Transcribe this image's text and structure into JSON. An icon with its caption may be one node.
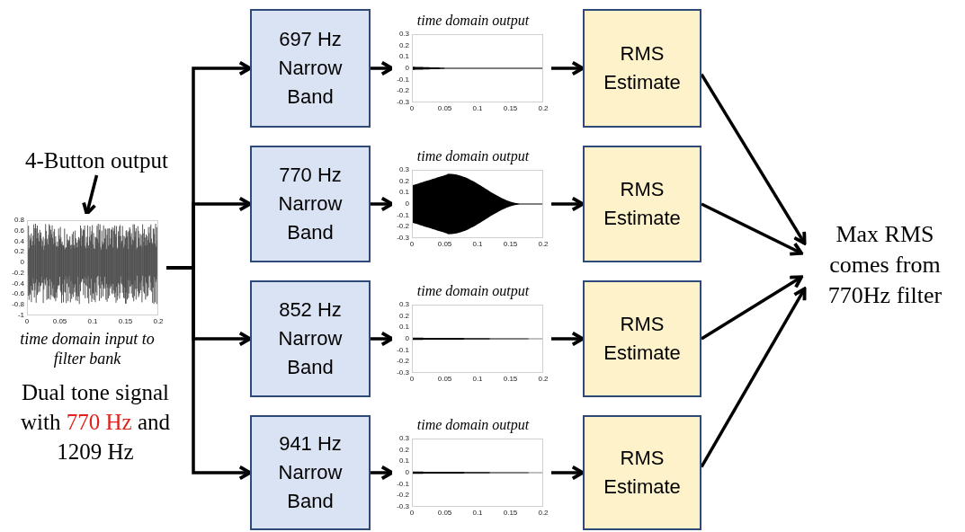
{
  "diagram": {
    "nodes": [
      {
        "text": [
          "4-Button output"
        ]
      },
      {
        "text": [],
        "shape": "picture",
        "beside": [
          "time domain input to filter bank",
          "Dual tone signal with",
          "770 Hz",
          "and 1209 Hz"
        ]
      },
      {
        "text": [
          "697 Hz Narrow Band"
        ]
      },
      {
        "text": [
          "770 Hz Narrow Band"
        ]
      },
      {
        "text": [
          "852 Hz Narrow Band"
        ]
      },
      {
        "text": [
          "941 Hz Narrow Band"
        ]
      },
      {
        "text": [],
        "shape": "picture",
        "beside": [
          "time domain output"
        ]
      },
      {
        "text": [],
        "shape": "picture",
        "beside": [
          "time domain output"
        ]
      },
      {
        "text": [],
        "shape": "picture",
        "beside": [
          "time domain output"
        ]
      },
      {
        "text": [],
        "shape": "picture",
        "beside": [
          "time domain output"
        ]
      },
      {
        "text": [
          "RMS Estimate"
        ]
      },
      {
        "text": [
          "RMS Estimate"
        ]
      },
      {
        "text": [
          "RMS Estimate"
        ]
      },
      {
        "text": [
          "RMS Estimate"
        ]
      },
      {
        "text": [
          "Max RMS comes from 770Hz filter"
        ]
      }
    ],
    "edges": [
      {
        "from": 0,
        "to": 1,
        "arrow": "to"
      },
      {
        "from": 1,
        "to": 2,
        "arrow": "to"
      },
      {
        "from": 1,
        "to": 3,
        "arrow": "to"
      },
      {
        "from": 1,
        "to": 4,
        "arrow": "to"
      },
      {
        "from": 1,
        "to": 5,
        "arrow": "to"
      },
      {
        "from": 2,
        "to": 6,
        "arrow": "to"
      },
      {
        "from": 3,
        "to": 7,
        "arrow": "to"
      },
      {
        "from": 4,
        "to": 8,
        "arrow": "to"
      },
      {
        "from": 5,
        "to": 9,
        "arrow": "to"
      },
      {
        "from": 6,
        "to": 10,
        "arrow": "to"
      },
      {
        "from": 7,
        "to": 11,
        "arrow": "to"
      },
      {
        "from": 8,
        "to": 12,
        "arrow": "to"
      },
      {
        "from": 9,
        "to": 13,
        "arrow": "to"
      },
      {
        "from": 10,
        "to": 14,
        "arrow": "to"
      },
      {
        "from": 11,
        "to": 14,
        "arrow": "to"
      },
      {
        "from": 12,
        "to": 14,
        "arrow": "to"
      },
      {
        "from": 13,
        "to": 14,
        "arrow": "to"
      }
    ],
    "labels": [
      "0.8",
      "0.6",
      "0.4",
      "0.2",
      "0",
      "-0.2",
      "-0.4",
      "-0.6",
      "-0.8",
      "-1",
      "0",
      "0.05",
      "0.1",
      "0.15",
      "0.2",
      "0.3",
      "0.2",
      "0.1",
      "0",
      "-0.1",
      "-0.2",
      "-0.3",
      "0",
      "0.05",
      "0.1",
      "0.15",
      "0.2",
      "0.3",
      "0.2",
      "0.1",
      "0",
      "-0.1",
      "-0.2",
      "-0.3",
      "0",
      "0.05",
      "0.1",
      "0.15",
      "0.2",
      "0.3",
      "0.2",
      "0.1",
      "0",
      "-0.1",
      "-0.2",
      "-0.3",
      "0",
      "0.05",
      "0.1",
      "0.15",
      "0.2",
      "0.3",
      "0.2",
      "0.1",
      "0",
      "-0.1",
      "-0.2",
      "-0.3",
      "0",
      "0.05",
      "0.1",
      "0.15",
      "0.2"
    ]
  }
}
